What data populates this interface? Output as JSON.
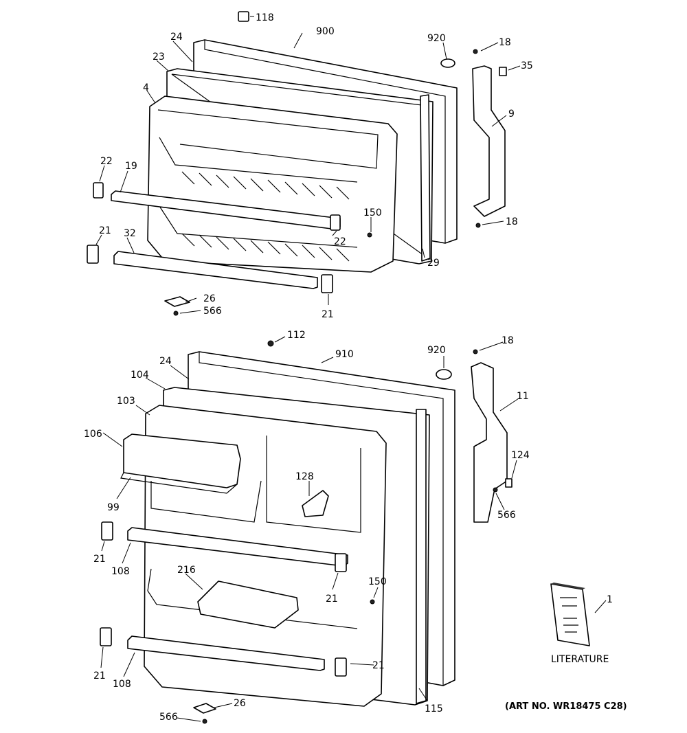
{
  "diagram": {
    "top_door_labels": {
      "l118": "118",
      "l900": "900",
      "l920": "920",
      "l18a": "18",
      "l35": "35",
      "l24": "24",
      "l23": "23",
      "l4": "4",
      "l9": "9",
      "l22a": "22",
      "l19": "19",
      "l150": "150",
      "l18b": "18",
      "l21a": "21",
      "l32": "32",
      "l22b": "22",
      "l29": "29",
      "l26": "26",
      "l566": "566",
      "l21b": "21"
    },
    "bottom_door_labels": {
      "l112": "112",
      "l920": "920",
      "l18": "18",
      "l910": "910",
      "l24": "24",
      "l104": "104",
      "l11": "11",
      "l103": "103",
      "l106": "106",
      "l124": "124",
      "l128": "128",
      "l99": "99",
      "l566a": "566",
      "l21a": "21",
      "l108a": "108",
      "l150": "150",
      "l216": "216",
      "l21b": "21",
      "l1": "1",
      "l21c": "21",
      "l21d": "21",
      "l108b": "108",
      "l115": "115",
      "l26": "26",
      "l566b": "566"
    },
    "literature_label": "LITERATURE",
    "art_number": "(ART NO. WR18475 C28)"
  }
}
